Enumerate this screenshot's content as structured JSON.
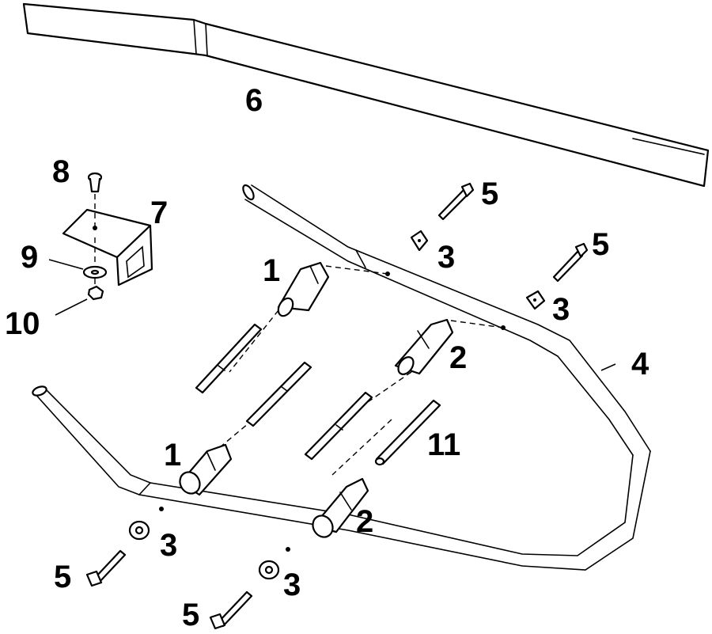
{
  "callouts": {
    "c1a": "1",
    "c1b": "1",
    "c2a": "2",
    "c2b": "2",
    "c3a": "3",
    "c3b": "3",
    "c3c": "3",
    "c3d": "3",
    "c4": "4",
    "c5a": "5",
    "c5b": "5",
    "c5c": "5",
    "c5d": "5",
    "c6": "6",
    "c7": "7",
    "c8": "8",
    "c9": "9",
    "c10": "10",
    "c11": "11"
  }
}
